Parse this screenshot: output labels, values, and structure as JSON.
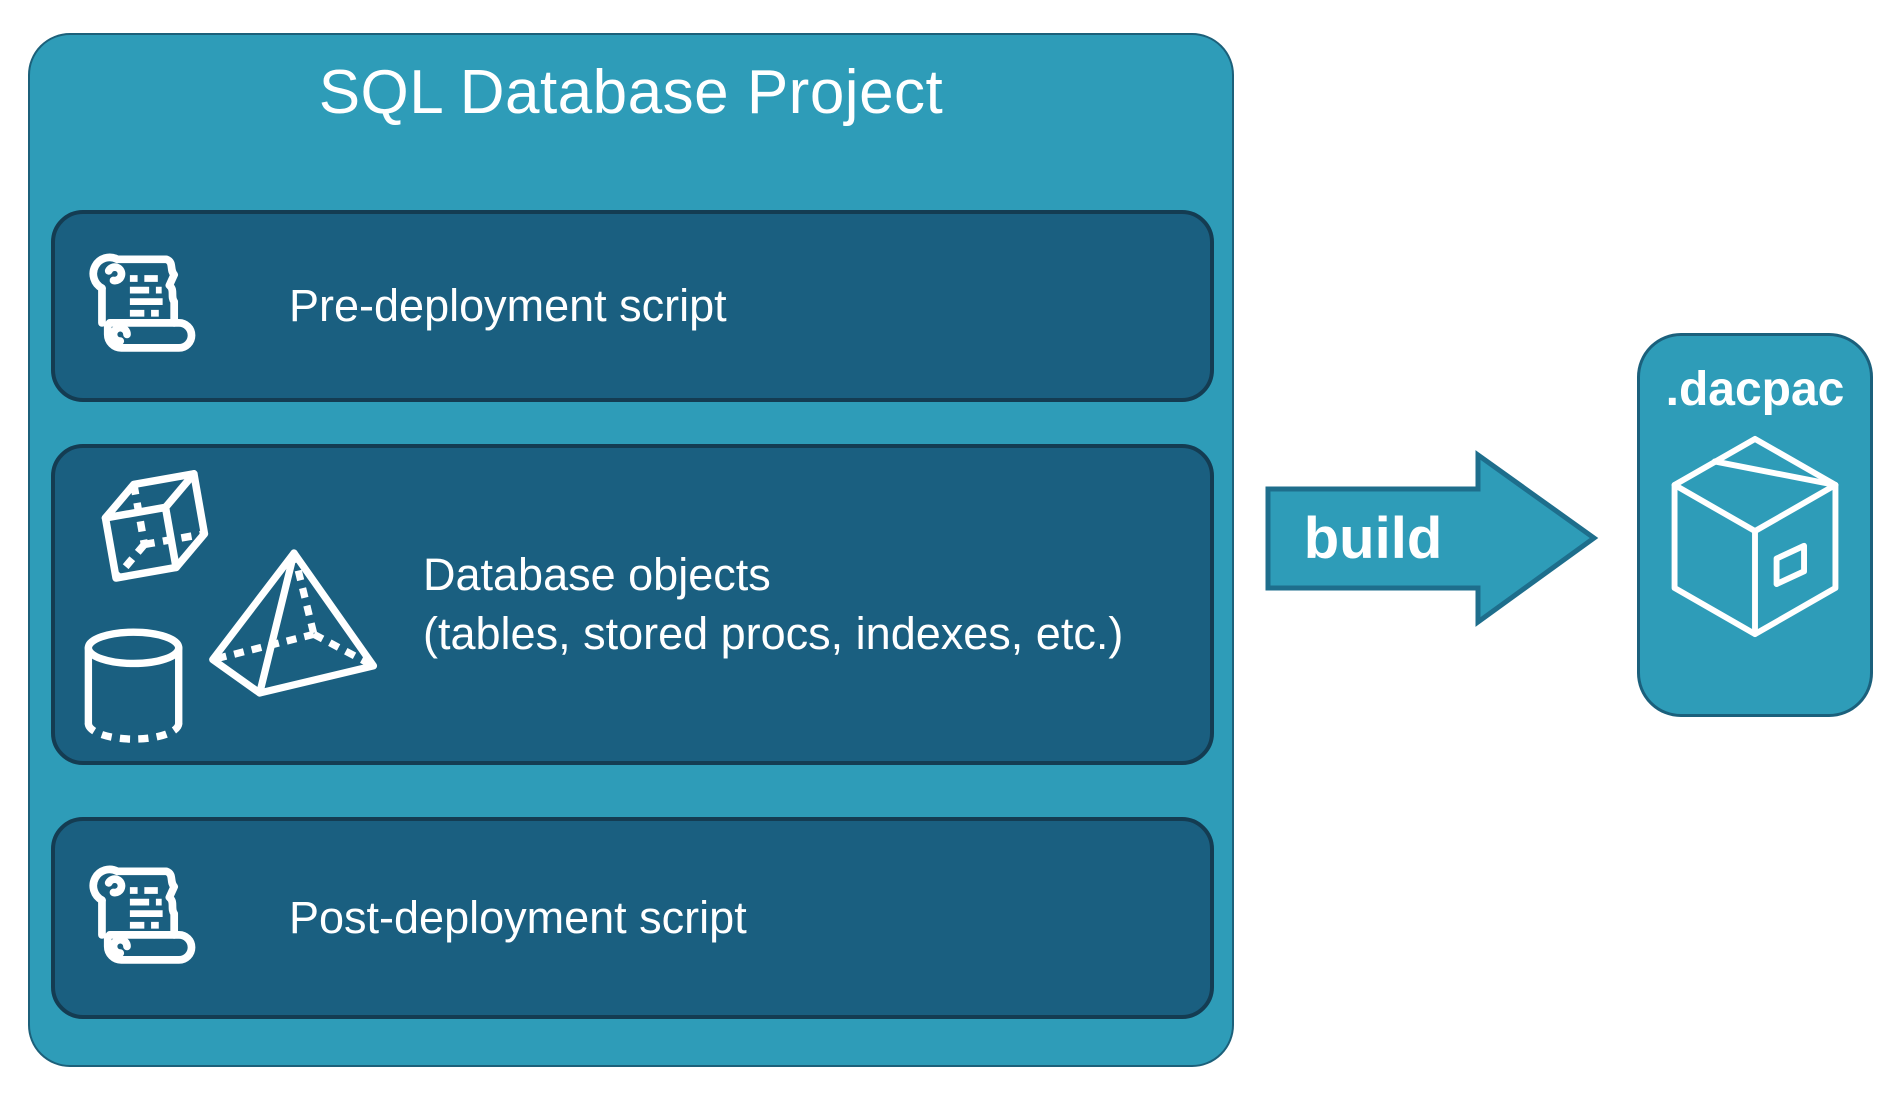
{
  "colors": {
    "teal": "#2E9CB8",
    "teal_dark": "#1A5F80",
    "row_border": "#143C52",
    "container_border": "#1C607A",
    "arrow_outline": "#1E6E8C",
    "text": "#FFFFFF",
    "background": "#FFFFFF"
  },
  "project": {
    "title": "SQL Database Project",
    "rows": [
      {
        "id": "pre-deployment",
        "icon": "scroll-icon",
        "label": "Pre-deployment script"
      },
      {
        "id": "database-objects",
        "icon": "geometric-shapes-icon",
        "label": "Database objects",
        "sublabel": "(tables, stored procs, indexes, etc.)"
      },
      {
        "id": "post-deployment",
        "icon": "scroll-icon",
        "label": "Post-deployment script"
      }
    ]
  },
  "arrow": {
    "label": "build",
    "direction": "right"
  },
  "artifact": {
    "label": ".dacpac",
    "icon": "package-icon"
  }
}
